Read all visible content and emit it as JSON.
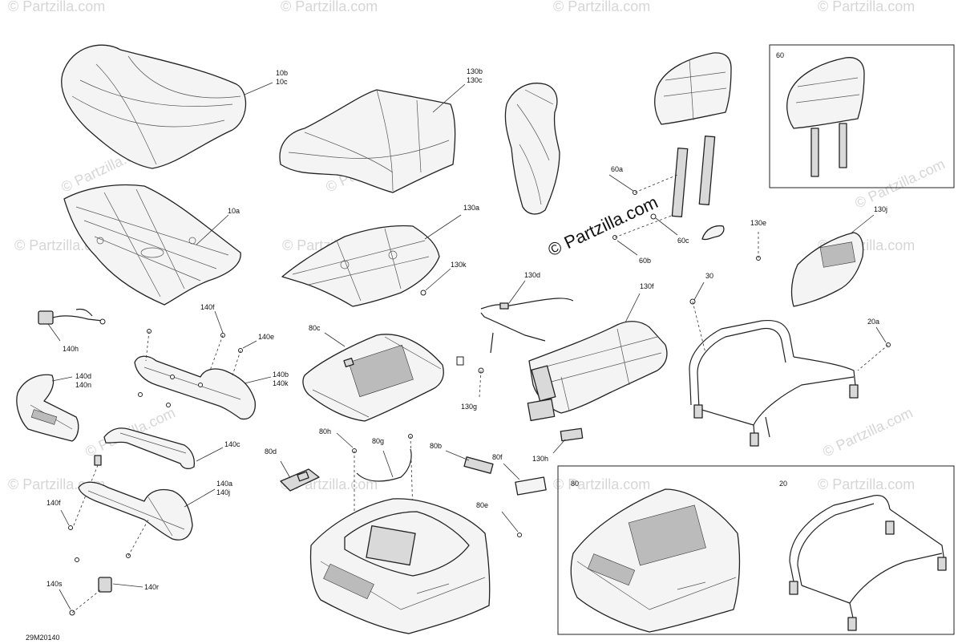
{
  "diagram_id": "29M20140",
  "watermark_main": "© Partzilla.com",
  "watermark_faint": "© Partzilla.com",
  "labels": {
    "l10b": "10b",
    "l10c": "10c",
    "l10a": "10a",
    "l130b": "130b",
    "l130c": "130c",
    "l130a": "130a",
    "l130k": "130k",
    "l130d": "130d",
    "l130f": "130f",
    "l130e": "130e",
    "l130j": "130j",
    "l130g": "130g",
    "l130h": "130h",
    "l60": "60",
    "l60a": "60a",
    "l60b": "60b",
    "l60c": "60c",
    "l30": "30",
    "l20a": "20a",
    "l20": "20",
    "l140f_top": "140f",
    "l140e": "140e",
    "l140h": "140h",
    "l140d": "140d",
    "l140n": "140n",
    "l140b": "140b",
    "l140k": "140k",
    "l140c": "140c",
    "l140f_bot": "140f",
    "l140a": "140a",
    "l140j": "140j",
    "l140s": "140s",
    "l140r": "140r",
    "l80c": "80c",
    "l80h": "80h",
    "l80g": "80g",
    "l80d": "80d",
    "l80b": "80b",
    "l80f": "80f",
    "l80e": "80e",
    "l80": "80"
  }
}
